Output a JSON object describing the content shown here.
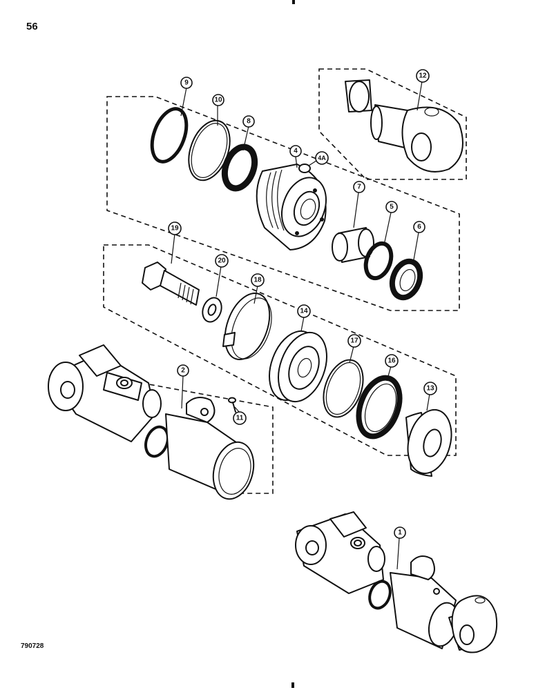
{
  "page_number": "56",
  "figure_code": "790728",
  "callouts": {
    "c9": "9",
    "c10": "10",
    "c8": "8",
    "c4": "4",
    "c4a": "4A",
    "c12": "12",
    "c7": "7",
    "c5": "5",
    "c6": "6",
    "c19": "19",
    "c20": "20",
    "c18": "18",
    "c14": "14",
    "c17": "17",
    "c16": "16",
    "c13": "13",
    "c2": "2",
    "c11": "11",
    "c1": "1"
  }
}
